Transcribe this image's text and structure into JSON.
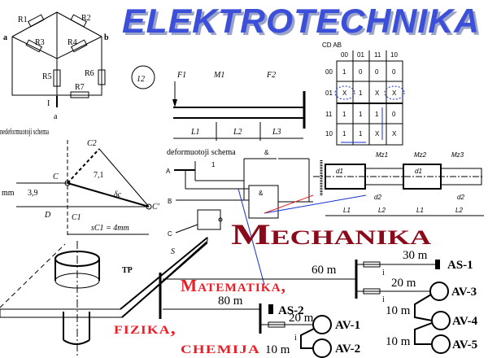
{
  "headings": {
    "electro": "ELEKTROTECHNIKA",
    "mechanics": "Mechanika",
    "math": "Matematika,",
    "physics": "fizika,",
    "chemistry": "chemija"
  },
  "circuit": {
    "resistors": [
      "R1",
      "R2",
      "R3",
      "R4",
      "R5",
      "R6",
      "R7"
    ],
    "node_a": "a",
    "node_b": "b",
    "current": "I",
    "node_a2": "a"
  },
  "beam": {
    "number": "12",
    "force1": "F1",
    "moment": "M1",
    "force2": "F2",
    "spans": [
      "L1",
      "L2",
      "L3"
    ]
  },
  "karnaugh": {
    "corner": "CD AB",
    "cols": [
      "00",
      "01",
      "11",
      "10"
    ],
    "rows": [
      "00",
      "01",
      "11",
      "10"
    ],
    "cells": [
      [
        "1",
        "0",
        "0",
        "0"
      ],
      [
        "X",
        "1",
        "X",
        "X"
      ],
      [
        "1",
        "1",
        "1",
        "0"
      ],
      [
        "1",
        "1",
        "X",
        "X"
      ]
    ]
  },
  "shaft": {
    "moments": [
      "Mz1",
      "Mz2",
      "Mz3"
    ],
    "diameters": [
      "d1",
      "d2",
      "d1",
      "d2"
    ],
    "lengths": [
      "L1",
      "L2",
      "L1",
      "L2"
    ]
  },
  "geometry": {
    "label_left": "nedeformuotoji schema",
    "label_deformed": "deformuotoji schema",
    "c2": "C2",
    "c": "C",
    "c_prime": "C'",
    "c1": "C1",
    "d": "D",
    "dim1": "7,1",
    "dim2": "3,9",
    "unit": "mm",
    "delta": "δc",
    "s_label": "sC1 = 4mm"
  },
  "logic": {
    "gate_and": "&",
    "input_a": "A",
    "input_b": "B",
    "input_c": "C",
    "one": "1",
    "tp": "TP",
    "s": "S"
  },
  "network": {
    "seg_60": "60 m",
    "seg_30": "30 m",
    "seg_20a": "20 m",
    "seg_10a": "10 m",
    "seg_10b": "10 m",
    "seg_80": "80 m",
    "seg_20b": "20 m",
    "seg_10c": "10 m",
    "fuse_i": "i",
    "nodes": [
      "AS-1",
      "AV-3",
      "AV-4",
      "AV-5",
      "AS-2",
      "AV-1",
      "AV-2"
    ]
  },
  "colors": {
    "blue": "#3a4fd8",
    "dark_red": "#8b0a1a",
    "red": "#ee1c24"
  }
}
